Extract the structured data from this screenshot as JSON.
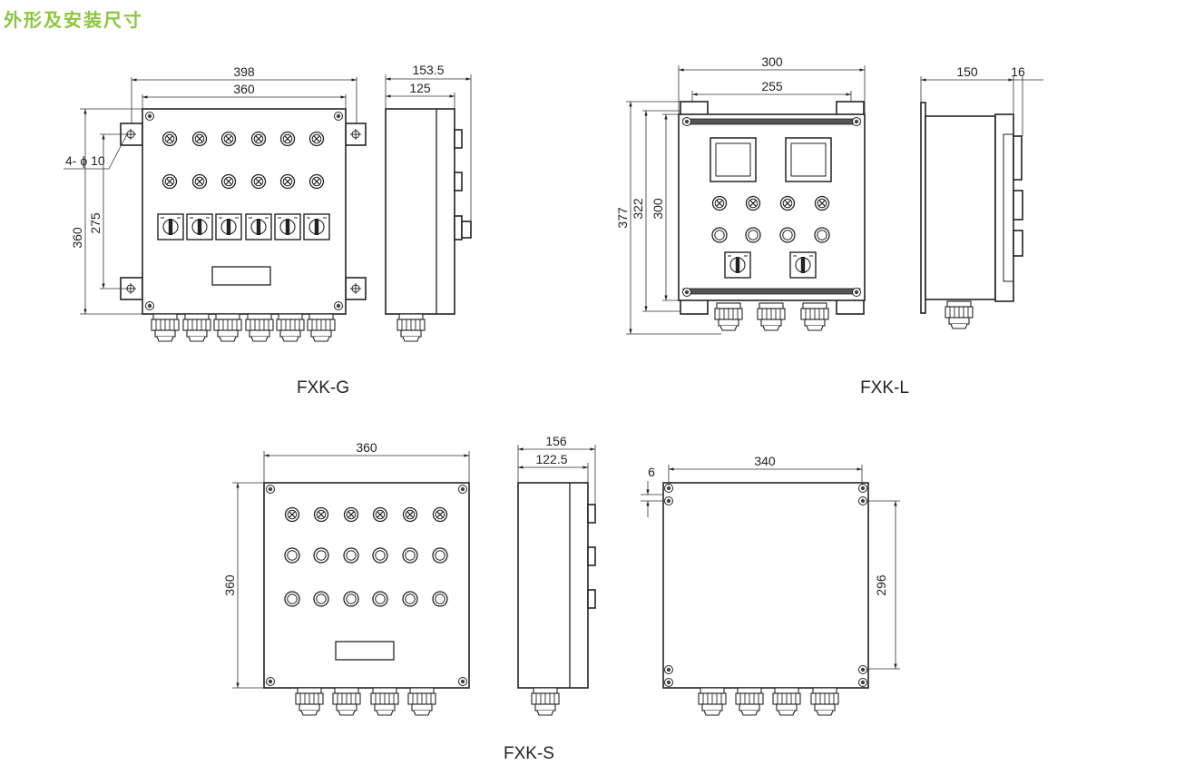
{
  "page_title": "外形及安装尺寸",
  "colors": {
    "title": "#8cc63f",
    "line": "#222222"
  },
  "models": {
    "fxk_g": {
      "caption": "FXK-G",
      "dims": {
        "outer_width": "398",
        "inner_width": "360",
        "height": "360",
        "mount_height": "275",
        "holes": "4- ϕ 10",
        "depth_total": "153.5",
        "depth": "125"
      }
    },
    "fxk_l": {
      "caption": "FXK-L",
      "dims": {
        "width": "300",
        "mount_width": "255",
        "height_total": "377",
        "height_mid": "322",
        "height": "300",
        "depth": "150",
        "depth_extra": "16"
      }
    },
    "fxk_s": {
      "caption": "FXK-S",
      "dims": {
        "width": "360",
        "height": "360",
        "depth_total": "156",
        "depth": "122.5",
        "back_offset": "6",
        "back_width": "340",
        "back_height": "296"
      }
    }
  }
}
